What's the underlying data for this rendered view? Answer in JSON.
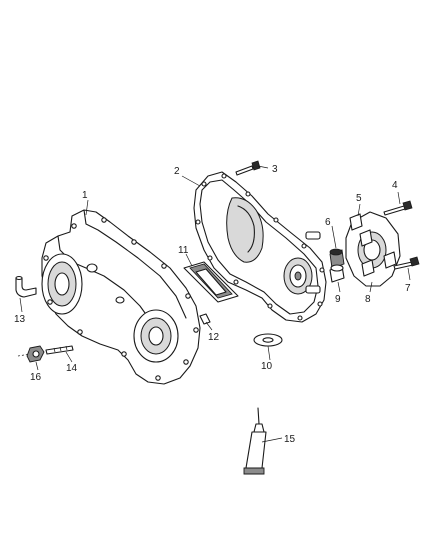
{
  "figure": {
    "background": "#ffffff",
    "line_color": "#1a1a1a"
  },
  "callouts": {
    "c1": "1",
    "c2": "2",
    "c3": "3",
    "c4": "4",
    "c5": "5",
    "c6": "6",
    "c7": "7",
    "c8": "8",
    "c9": "9",
    "c10": "10",
    "c11": "11",
    "c12": "12",
    "c13": "13",
    "c14": "14",
    "c15": "15",
    "c16": "16"
  }
}
